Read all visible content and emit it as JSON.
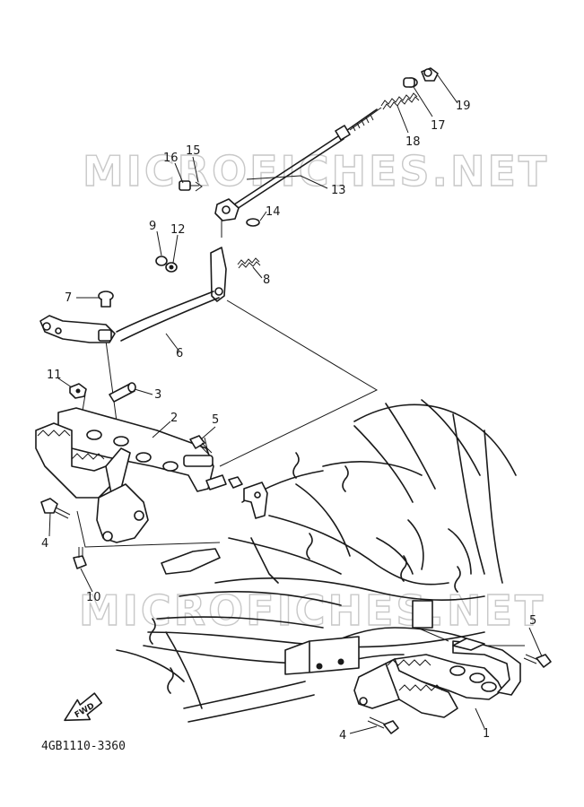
{
  "watermark": {
    "top": "MICROFICHES.NET",
    "bottom": "MICROFICHES.NET"
  },
  "diagram_code": "4GB1110-3360",
  "fwd_label": "FWD",
  "callouts": {
    "c1": "1",
    "c2": "2",
    "c3": "3",
    "c4a": "4",
    "c4b": "4",
    "c5a": "5",
    "c5b": "5",
    "c6": "6",
    "c7": "7",
    "c8": "8",
    "c9": "9",
    "c10": "10",
    "c11": "11",
    "c12": "12",
    "c13": "13",
    "c14": "14",
    "c15": "15",
    "c16": "16",
    "c17": "17",
    "c18": "18",
    "c19": "19"
  },
  "colors": {
    "line": "#1a1a1a",
    "watermark": "#c8c8c8",
    "background": "#ffffff"
  }
}
